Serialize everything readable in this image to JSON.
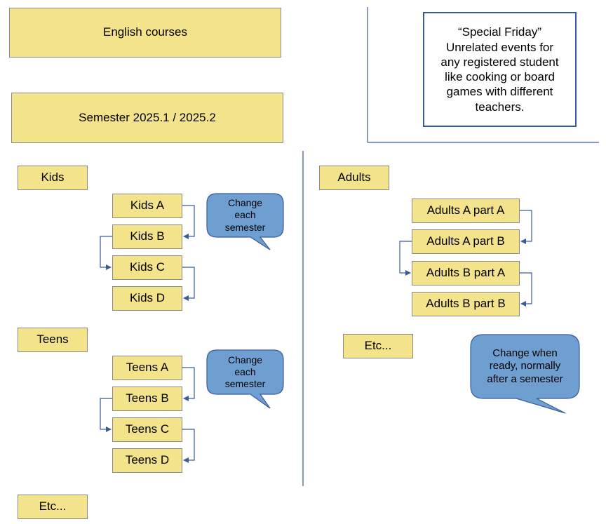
{
  "header": {
    "title": "English courses",
    "semester": "Semester 2025.1 / 2025.2"
  },
  "special_note": "“Special Friday”\nUnrelated events for\nany registered student\nlike cooking or board\ngames with different\nteachers.",
  "kids": {
    "label": "Kids",
    "levels": [
      "Kids A",
      "Kids B",
      "Kids C",
      "Kids D"
    ],
    "bubble": "Change\neach\nsemester"
  },
  "teens": {
    "label": "Teens",
    "levels": [
      "Teens A",
      "Teens B",
      "Teens C",
      "Teens D"
    ],
    "bubble": "Change\neach\nsemester"
  },
  "left_etc": "Etc...",
  "adults": {
    "label": "Adults",
    "levels": [
      "Adults A part A",
      "Adults A part B",
      "Adults B part A",
      "Adults B part B"
    ],
    "etc": "Etc...",
    "bubble": "Change when\nready, normally\nafter a semester"
  },
  "colors": {
    "box_fill": "#f3e38a",
    "box_border": "#8a8a8a",
    "bubble_fill": "#6f9fd0",
    "bubble_border": "#3a5a9a",
    "connector": "#3a5a9a",
    "divider": "#3a5a9a"
  }
}
